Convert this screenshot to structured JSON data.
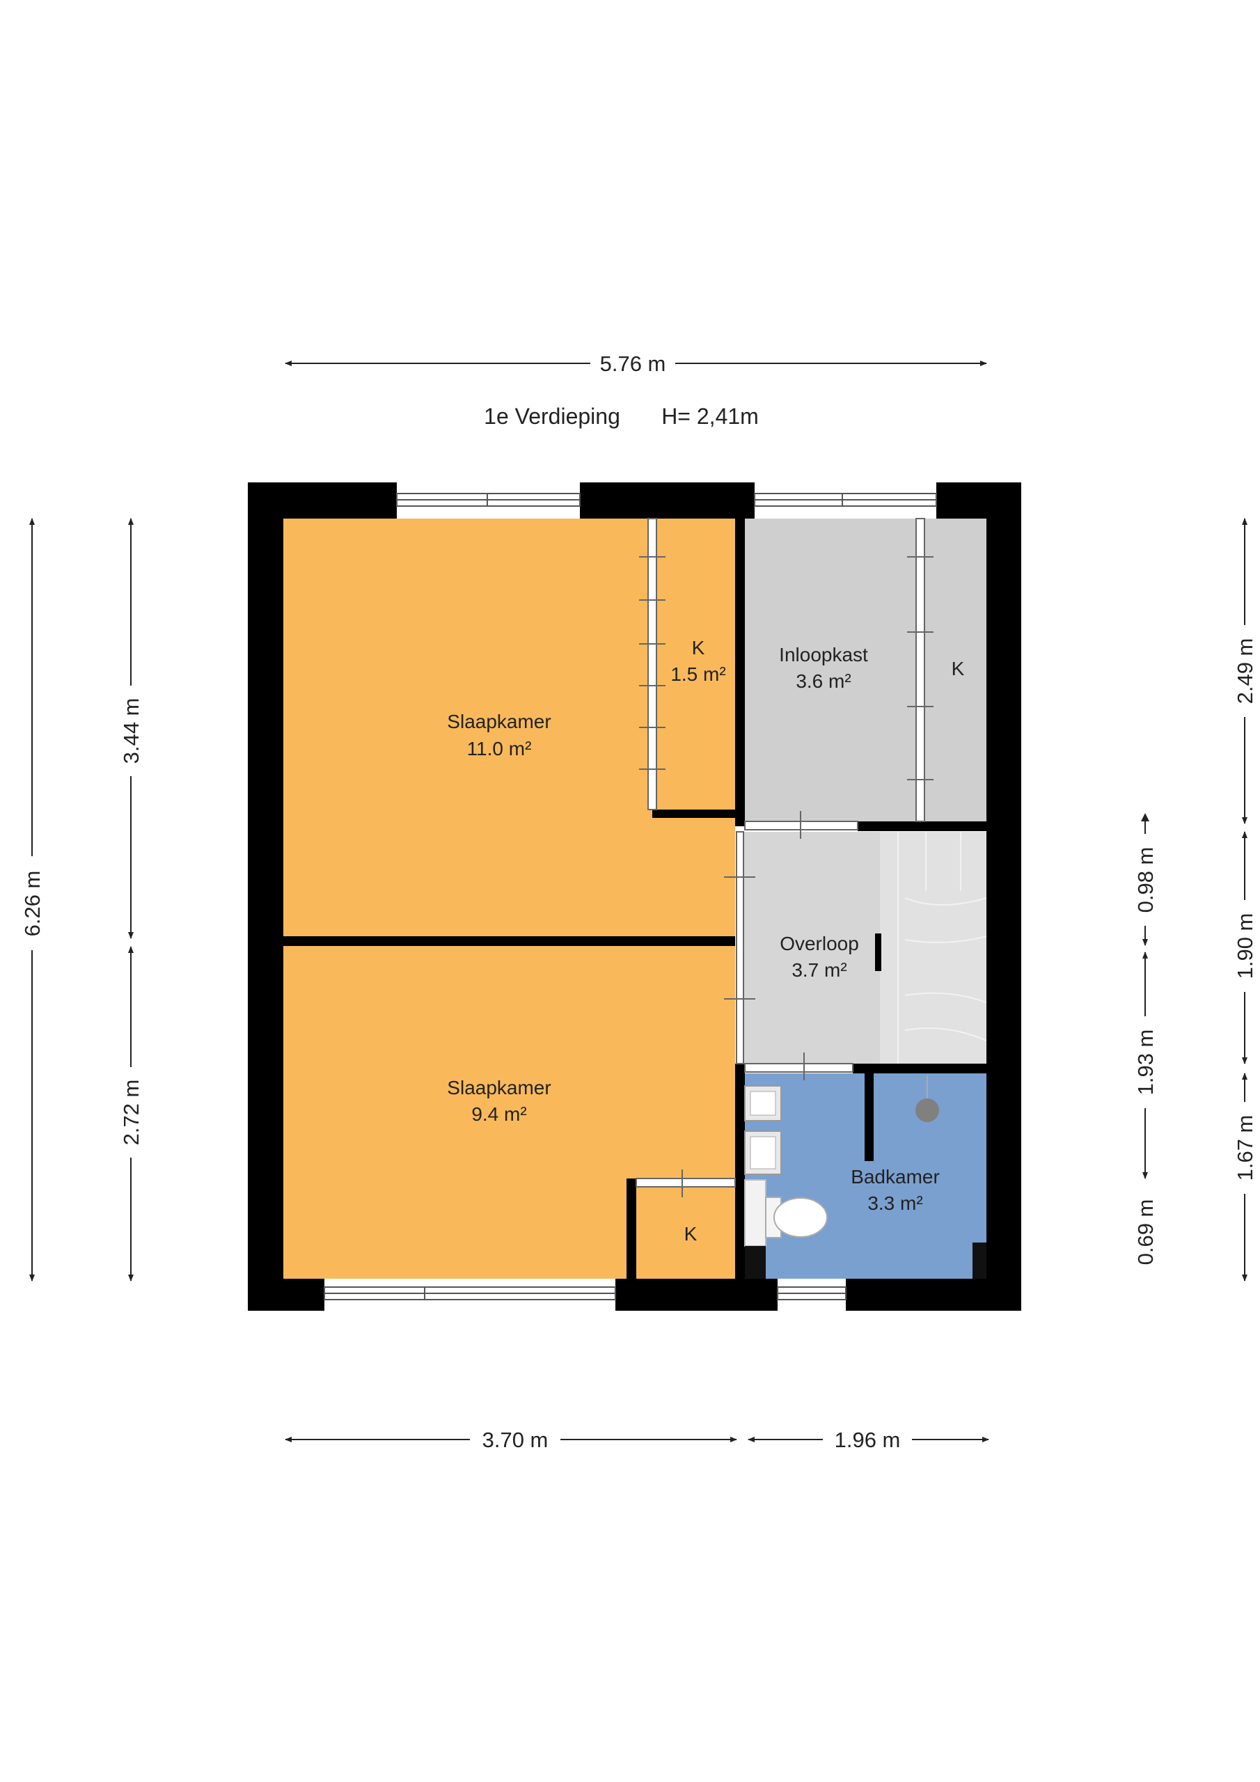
{
  "header": {
    "floor_name": "1e Verdieping",
    "height": "H= 2,41m"
  },
  "dimensions": {
    "top_width": "5.76 m",
    "bottom_left": "3.70 m",
    "bottom_right": "1.96 m",
    "left_total": "6.26 m",
    "left_upper": "3.44 m",
    "left_lower": "2.72 m",
    "right_upper": "2.49 m",
    "right_middle": "1.90 m",
    "right_lower": "1.67 m",
    "inner_upper": "0.98 m",
    "inner_middle": "1.93 m",
    "inner_lower": "0.69 m"
  },
  "rooms": {
    "slaapkamer_1": {
      "name": "Slaapkamer",
      "area": "11.0 m²"
    },
    "slaapkamer_2": {
      "name": "Slaapkamer",
      "area": "9.4 m²"
    },
    "kast_1": {
      "name": "K",
      "area": "1.5 m²"
    },
    "inloopkast": {
      "name": "Inloopkast",
      "area": "3.6 m²"
    },
    "kast_2": {
      "name": "K"
    },
    "overloop": {
      "name": "Overloop",
      "area": "3.7 m²"
    },
    "badkamer": {
      "name": "Badkamer",
      "area": "3.3 m²"
    },
    "kast_3": {
      "name": "K"
    }
  },
  "colors": {
    "bedroom": "#f9b95b",
    "storage": "#d0d0d0",
    "hall": "#d6d6d6",
    "bathroom": "#7aa0cf",
    "wall": "#000000"
  }
}
